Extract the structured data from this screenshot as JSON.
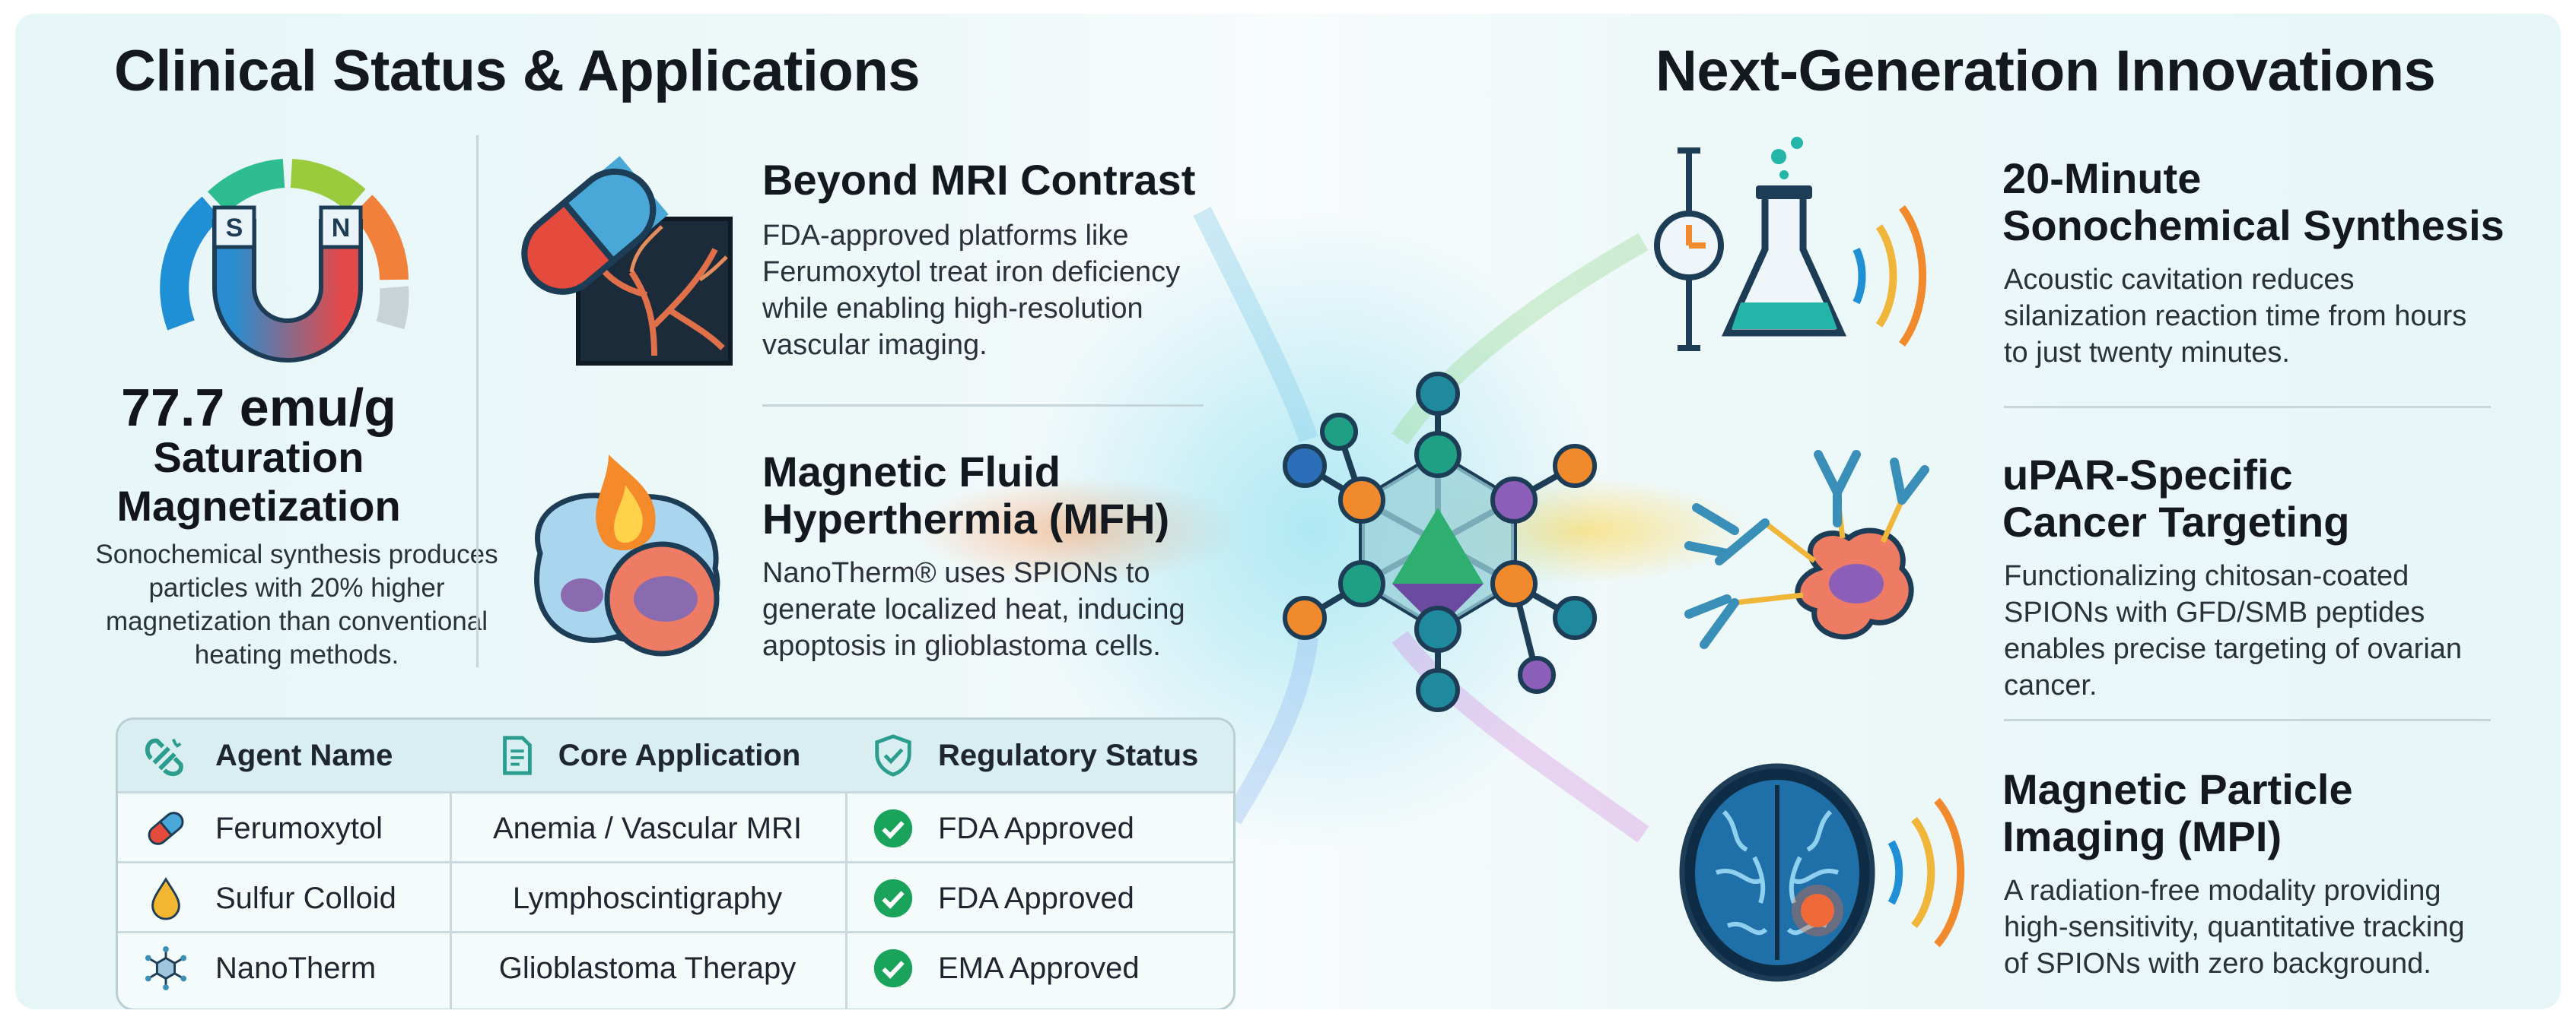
{
  "left_section": {
    "title": "Clinical Status & Applications",
    "metric": {
      "value": "77.7 emu/g",
      "label_line1": "Saturation",
      "label_line2": "Magnetization",
      "description": "Sonochemical synthesis produces particles with 20% higher magnetization than conventional heating methods.",
      "magnet_poles": [
        "S",
        "N"
      ]
    },
    "features": [
      {
        "title": "Beyond MRI Contrast",
        "text": "FDA-approved platforms like Ferumoxytol treat iron deficiency while enabling high-resolution vascular imaging.",
        "icon": "pill-and-angiogram-icon"
      },
      {
        "title_line1": "Magnetic Fluid",
        "title_line2": "Hyperthermia (MFH)",
        "text": "NanoTherm® uses SPIONs to generate localized heat, inducing apoptosis in glioblastoma cells.",
        "icon": "flaming-cell-icon"
      }
    ],
    "table": {
      "headers": [
        {
          "label": "Agent Name",
          "icon": "magnet-icon"
        },
        {
          "label": "Core Application",
          "icon": "document-icon"
        },
        {
          "label": "Regulatory Status",
          "icon": "shield-check-icon"
        }
      ],
      "rows": [
        {
          "agent": "Ferumoxytol",
          "agent_icon": "capsule-icon",
          "application": "Anemia / Vascular MRI",
          "status": "FDA Approved"
        },
        {
          "agent": "Sulfur Colloid",
          "agent_icon": "droplet-icon",
          "application": "Lymphoscintigraphy",
          "status": "FDA Approved"
        },
        {
          "agent": "NanoTherm",
          "agent_icon": "nanoparticle-icon",
          "application": "Glioblastoma Therapy",
          "status": "EMA Approved"
        }
      ]
    }
  },
  "center": {
    "icon": "nanoparticle-molecule-icon"
  },
  "right_section": {
    "title": "Next-Generation Innovations",
    "features": [
      {
        "title_line1": "20-Minute",
        "title_line2": "Sonochemical Synthesis",
        "text": "Acoustic cavitation reduces silanization reaction time from hours to just twenty minutes.",
        "icon": "timer-flask-sound-icon"
      },
      {
        "title_line1": "uPAR-Specific",
        "title_line2": "Cancer Targeting",
        "text": "Functionalizing chitosan-coated SPIONs with GFD/SMB peptides enables precise targeting of ovarian cancer.",
        "icon": "antibody-cancer-cell-icon"
      },
      {
        "title_line1": "Magnetic Particle",
        "title_line2": "Imaging (MPI)",
        "text": "A radiation-free modality providing high-sensitivity, quantitative tracking of SPIONs with zero background.",
        "icon": "brain-scan-icon"
      }
    ]
  },
  "colors": {
    "background": "#e8f6f7",
    "divider": "#c7d6da",
    "approved_green": "#1aa35a",
    "gauge": [
      "#1f8fd6",
      "#2dbd8f",
      "#9acb3c",
      "#f0a93a",
      "#f06a3a"
    ]
  }
}
